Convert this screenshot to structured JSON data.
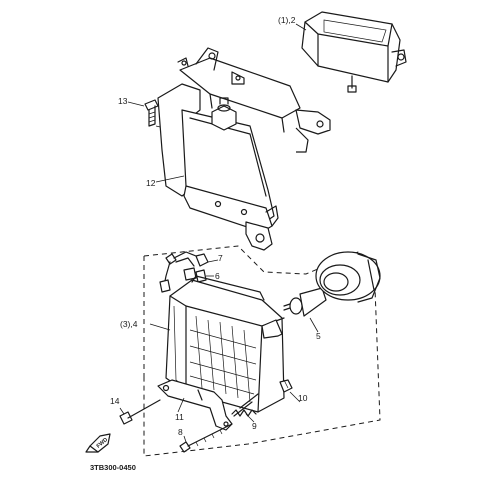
{
  "diagram": {
    "labels": {
      "p1_2": "(1),2",
      "p13": "13",
      "p12": "12",
      "p7": "7",
      "p6": "6",
      "p3_4": "(3),4",
      "p5": "5",
      "p10": "10",
      "p14": "14",
      "p11": "11",
      "p9": "9",
      "p8": "8"
    },
    "forward_marker": "FWD",
    "drawing_code": "3TB300-0450"
  }
}
